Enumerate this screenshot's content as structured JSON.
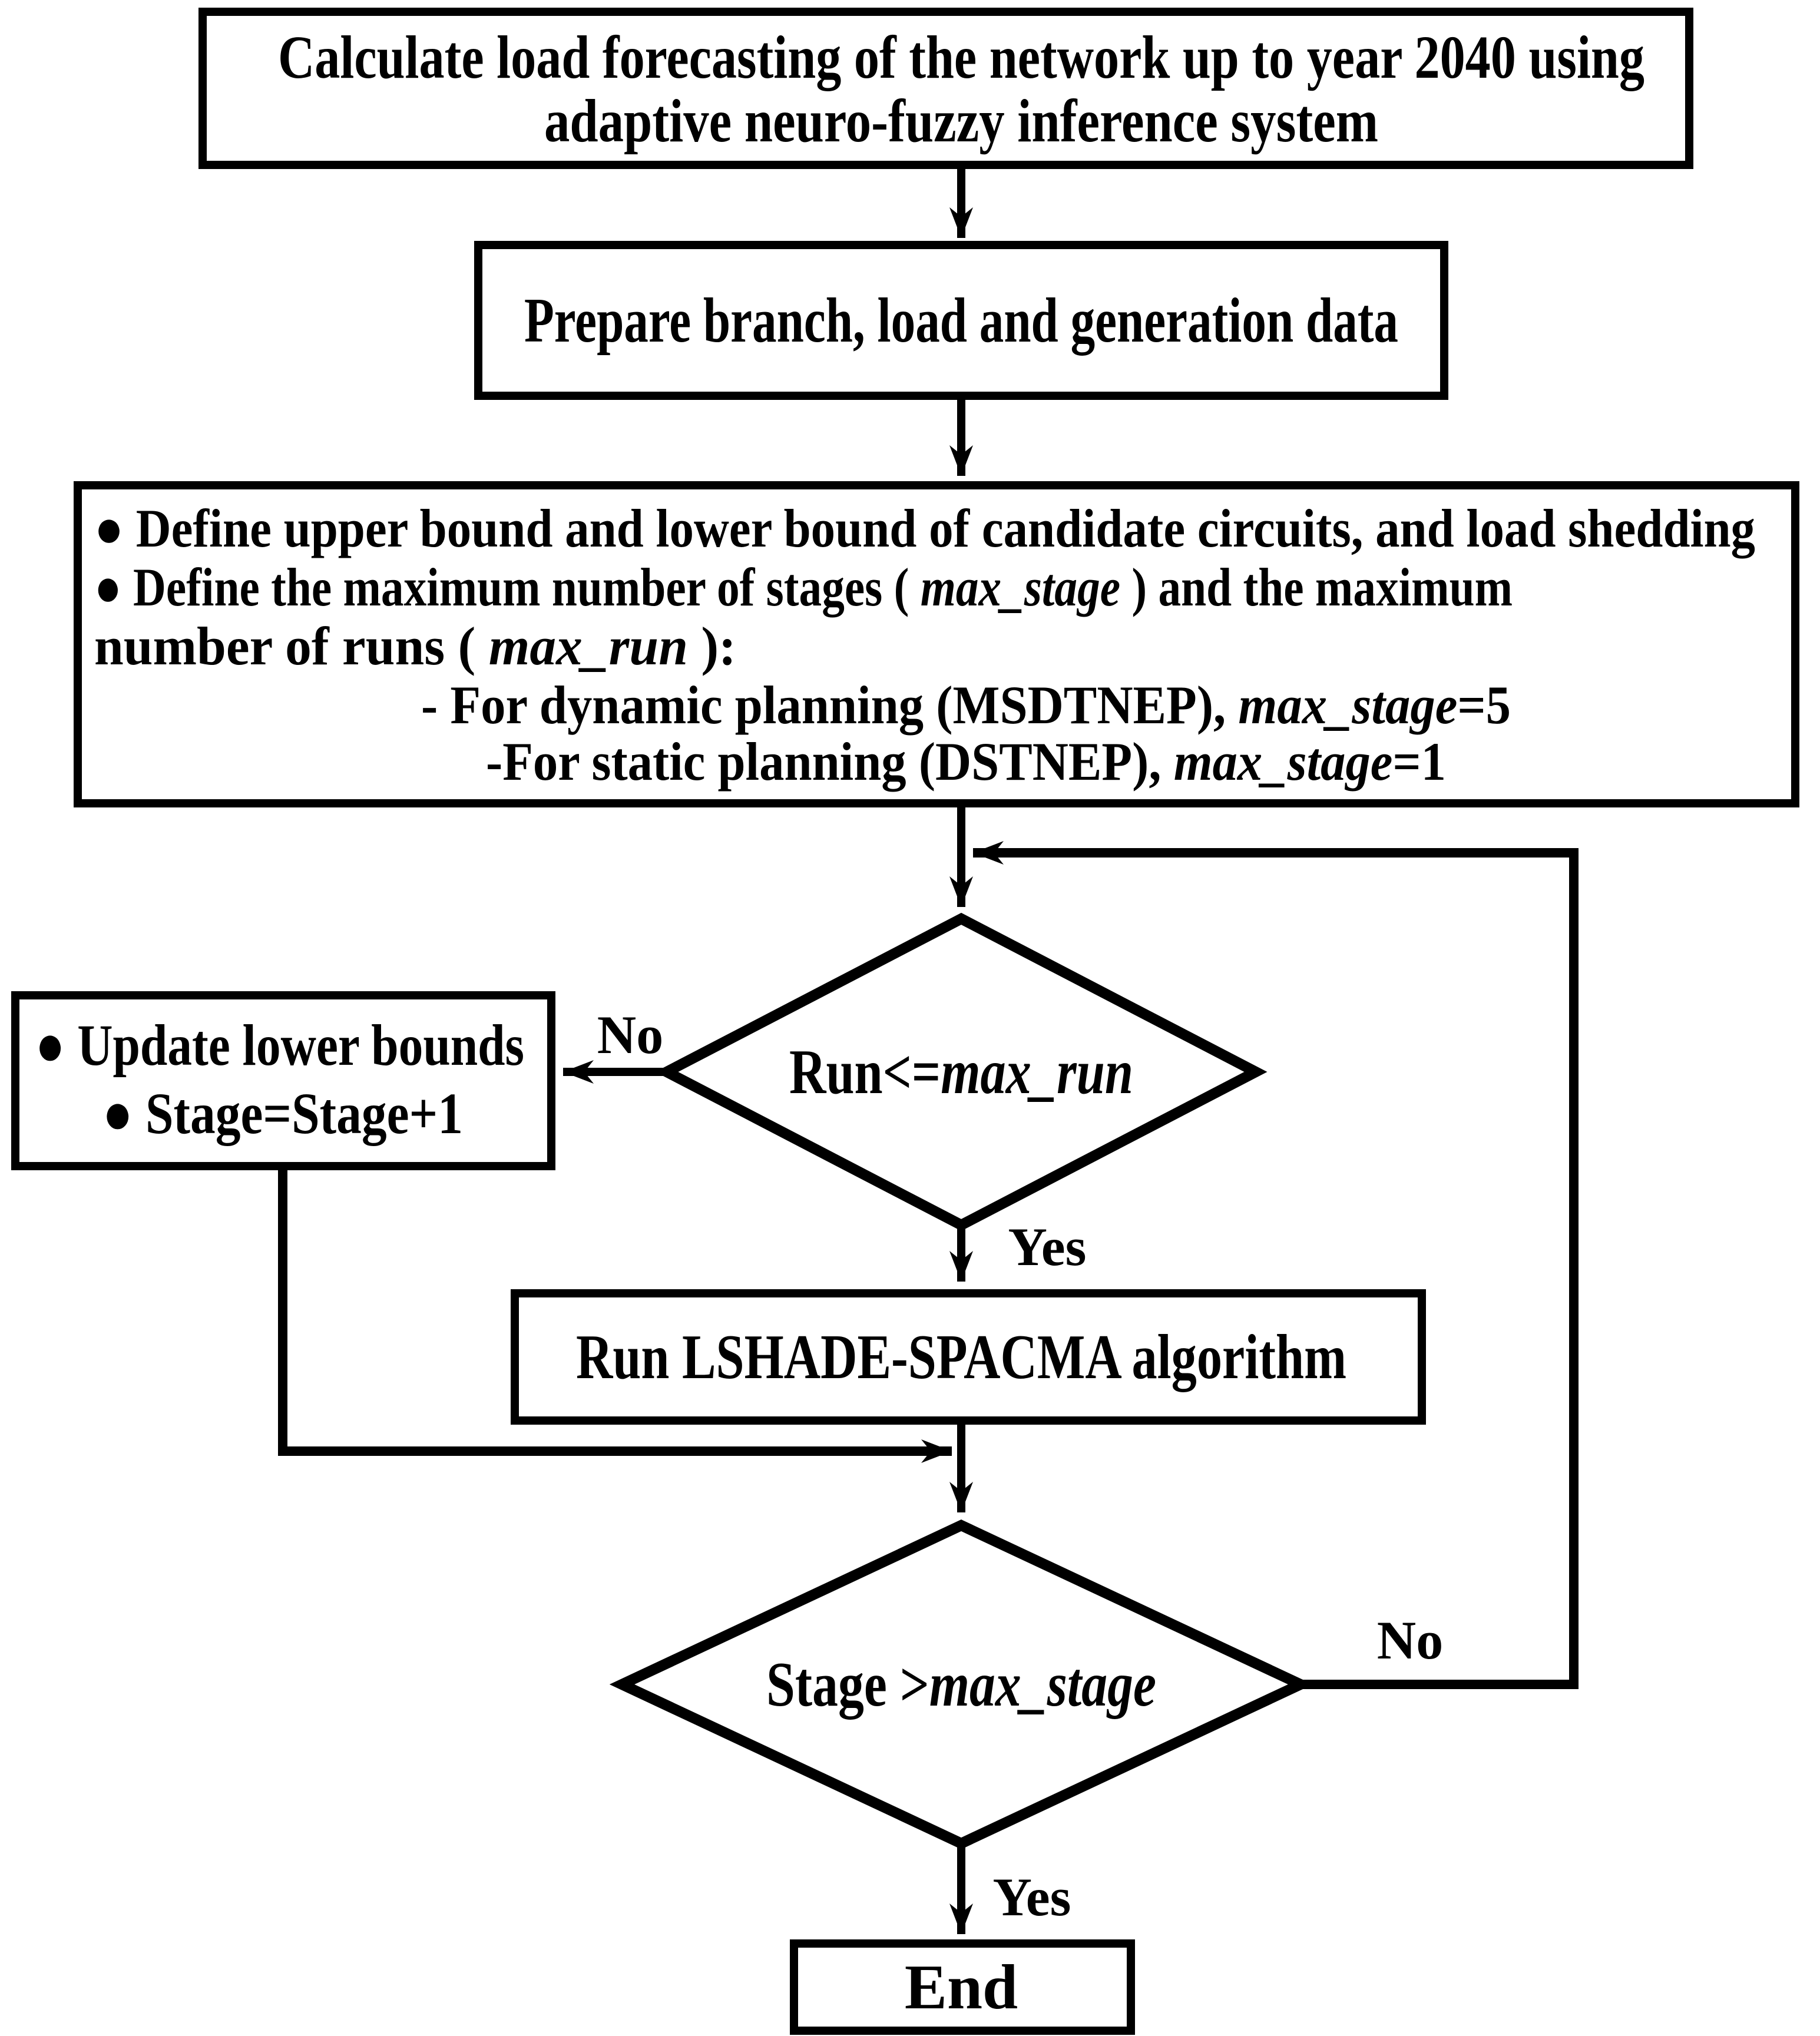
{
  "colors": {
    "ink": "#000000",
    "background": "#ffffff"
  },
  "diagram": {
    "start": {
      "line1": "Calculate load forecasting of the network  up to year 2040 using",
      "line2": "adaptive neuro-fuzzy inference system"
    },
    "prepare": {
      "label": "Prepare branch, load and generation data"
    },
    "define": {
      "bullet1": "●  Define upper bound and lower bound of candidate circuits, and load shedding",
      "bullet2_pre": "●  Define the maximum number of stages ( ",
      "bullet2_italic": "max_stage",
      "bullet2_post": " ) and the maximum",
      "line3_pre": "number of runs ( ",
      "line3_italic": "max_run",
      "line3_post": " ):",
      "dynamic_pre": "- For dynamic planning (MSDTNEP), ",
      "dynamic_italic": "max_stage",
      "dynamic_post": "=5",
      "static_pre": "-For static planning (DSTNEP), ",
      "static_italic": "max_stage",
      "static_post": "=1"
    },
    "run_decision": {
      "pre": "Run<=",
      "italic": "max_run",
      "no_label": "No",
      "yes_label": "Yes"
    },
    "update": {
      "bullet1": "●  Update lower bounds",
      "bullet2": "●  Stage=Stage+1"
    },
    "lshade": {
      "label": "Run LSHADE-SPACMA  algorithm"
    },
    "stage_decision": {
      "pre": "Stage >",
      "italic": "max_stage",
      "no_label": "No",
      "yes_label": "Yes"
    },
    "end": {
      "label": "End"
    }
  }
}
